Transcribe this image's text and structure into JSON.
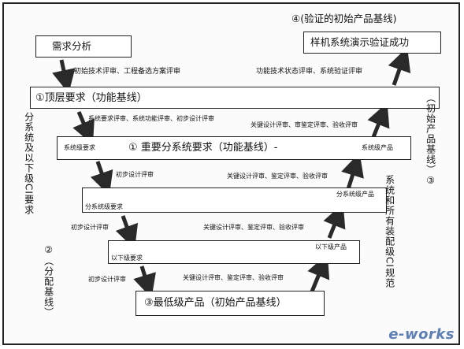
{
  "title": "④(验证的初始产品基线)",
  "boxes": {
    "req_analysis": "需求分析",
    "prototype_demo": "样机系统演示验证成功",
    "top_level": "①顶层要求（功能基线）",
    "subsystem_left": "系统级要求",
    "subsystem_center": "① 重要分系统要求（功能基线）-",
    "subsystem_right": "系统级产品",
    "sublevel_top_right": "分系统级产品",
    "sublevel_bottom_left": "分系统级要求",
    "lower_top_right": "以下级产品",
    "lower_bottom_left": "以下级要求",
    "lowest": "③最低级产品（初始产品基线）"
  },
  "reviews": {
    "left1": "初始技术评审、工程备选方案评审",
    "right1": "功能技术状态评审、系统验证评审",
    "left2": "系统要求评审、系统功能评审、初步设计评审",
    "right2": "关键设计评审、审鉴定评审、验收评审",
    "left3": "初步设计评审",
    "right3": "关键设计评审、鉴定评审、验收评审",
    "left4": "初步设计评审",
    "right4": "关键设计评审、鉴定评审、验收评审",
    "left5": "初步设计评审",
    "right5": "关键设计评审、鉴定评审、验收评审"
  },
  "side_labels": {
    "left": "分系统及以下级CI要求",
    "left_note": "②（分配基线）",
    "right": "系统和所有装配级CI规范",
    "right_note": "（初始产品基线）③"
  },
  "watermark": {
    "prefix": "e",
    "main": "-works"
  },
  "colors": {
    "line": "#222222",
    "arrow": "#2a2a2a",
    "background": "#ffffff"
  }
}
